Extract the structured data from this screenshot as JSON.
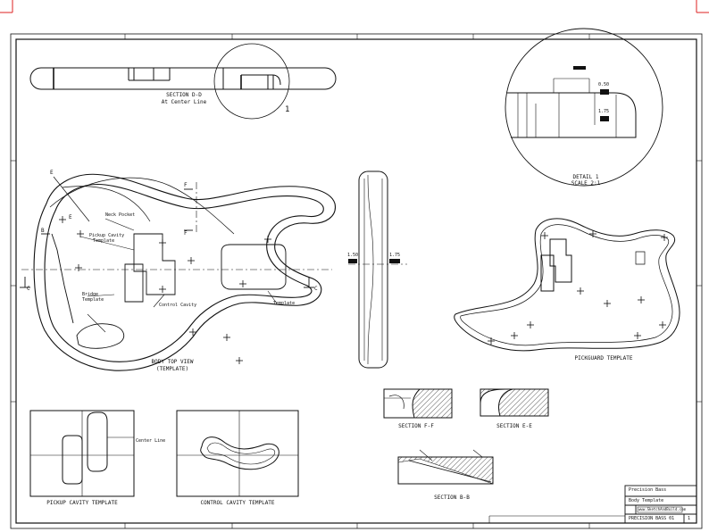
{
  "views": {
    "section_d": {
      "title": "SECTION D-D",
      "subtitle": "At Center Line",
      "callout": "1"
    },
    "detail_1": {
      "title": "DETAIL 1",
      "scale": "SCALE 2:1"
    },
    "body_top": {
      "title": "BODY TOP VIEW",
      "subtitle": "(TEMPLATE)"
    },
    "pickguard": {
      "title": "PICKGUARD TEMPLATE"
    },
    "section_f": {
      "title": "SECTION F-F"
    },
    "section_e": {
      "title": "SECTION E-E"
    },
    "section_b": {
      "title": "SECTION B-B"
    },
    "pickup_cavity": {
      "title": "PICKUP CAVITY TEMPLATE"
    },
    "control_cavity": {
      "title": "CONTROL CAVITY TEMPLATE"
    }
  },
  "markers": {
    "e": "E",
    "f": "F",
    "c": "C",
    "b": "B"
  },
  "annotations": {
    "pickup_cavity_note": "Pickup Cavity",
    "control_cavity_note": "Control Cavity",
    "neck_pocket_note": "Neck Pocket",
    "bridge_note": "Bridge",
    "template_note": "Template",
    "center_line": "Center Line"
  },
  "dimensions": {
    "d1": "0.50",
    "d2": "1.75",
    "side_left": "1.50",
    "side_right": "1.75"
  },
  "title_block": {
    "row1": "Precision Bass",
    "row2": "Body Template",
    "website": "www.SketchAndBuild.com",
    "drawing_id": "PRECISION BASS 01",
    "sheet": "1"
  },
  "colors": {
    "line": "#111111",
    "paper": "#ffffff",
    "hatch": "#333333",
    "corner": "#dd2222"
  }
}
